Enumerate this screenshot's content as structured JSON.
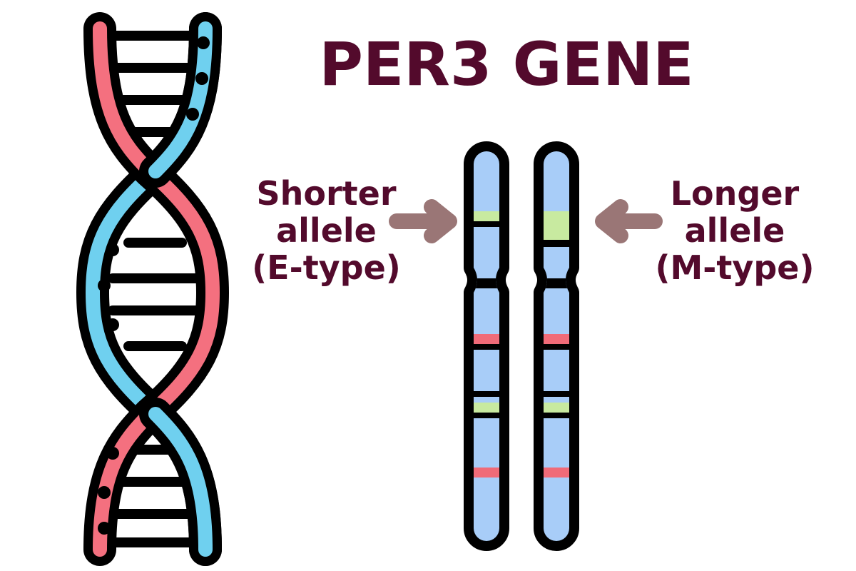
{
  "title": "PER3 GENE",
  "left_label": {
    "lines": [
      "Shorter",
      "allele",
      "(E-type)"
    ]
  },
  "right_label": {
    "lines": [
      "Longer",
      "allele",
      "(M-type)"
    ]
  },
  "colors": {
    "text": "#530a2c",
    "outline": "#000000",
    "strand_pink": "#f4707f",
    "strand_blue": "#6fd0ef",
    "chromosome_fill": "#a8cdf8",
    "band_green": "#c8eaa0",
    "band_red": "#f06b78",
    "arrow": "#9a7676",
    "background": "#ffffff"
  },
  "icons": {
    "dna": "dna-double-helix-icon",
    "chromosome_pair": "chromosome-pair-icon",
    "arrow_left": "arrow-right-icon",
    "arrow_right": "arrow-left-icon"
  }
}
